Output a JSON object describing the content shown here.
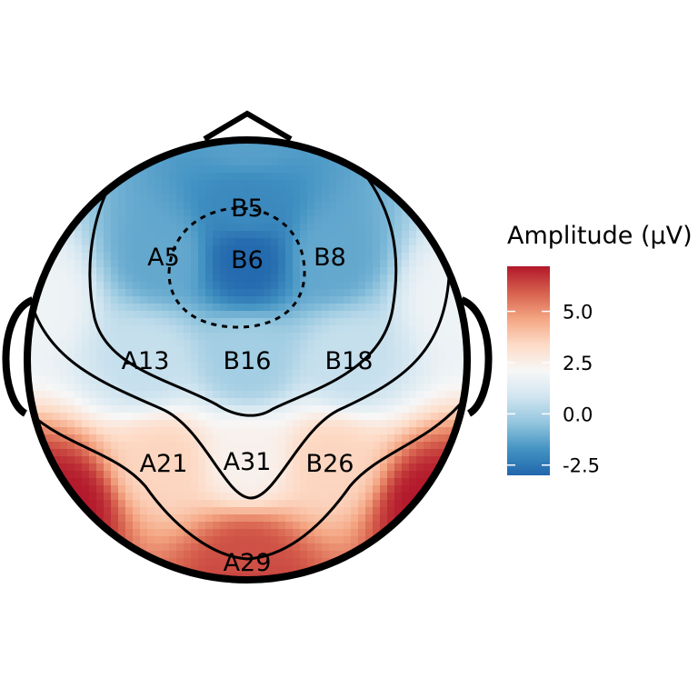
{
  "chart_data": {
    "type": "heatmap",
    "title": "",
    "legend": {
      "title": "Amplitude (µV)",
      "placement": "right",
      "range": [
        -3.0,
        7.2
      ],
      "ticks": [
        -2.5,
        0.0,
        2.5,
        5.0
      ],
      "tick_labels": [
        "-2.5",
        "0.0",
        "2.5",
        "5.0"
      ],
      "colors": [
        "#2166ac",
        "#4393c3",
        "#92c5de",
        "#d1e5f0",
        "#f7f7f7",
        "#fddbc7",
        "#f4a582",
        "#d6604d",
        "#b2182b"
      ]
    },
    "electrodes": [
      {
        "name": "B5",
        "value": -2.0
      },
      {
        "name": "A5",
        "value": -1.2
      },
      {
        "name": "B6",
        "value": -2.9
      },
      {
        "name": "B8",
        "value": -1.2
      },
      {
        "name": "A13",
        "value": 0.6
      },
      {
        "name": "B16",
        "value": -0.1
      },
      {
        "name": "B18",
        "value": 0.6
      },
      {
        "name": "A21",
        "value": 3.5
      },
      {
        "name": "A31",
        "value": 2.4
      },
      {
        "name": "B26",
        "value": 3.5
      },
      {
        "name": "A29",
        "value": 6.2
      }
    ],
    "contour_levels": [
      -2.5,
      0.0,
      2.5,
      5.0
    ],
    "negative_contours_dashed": true,
    "grid": false
  }
}
